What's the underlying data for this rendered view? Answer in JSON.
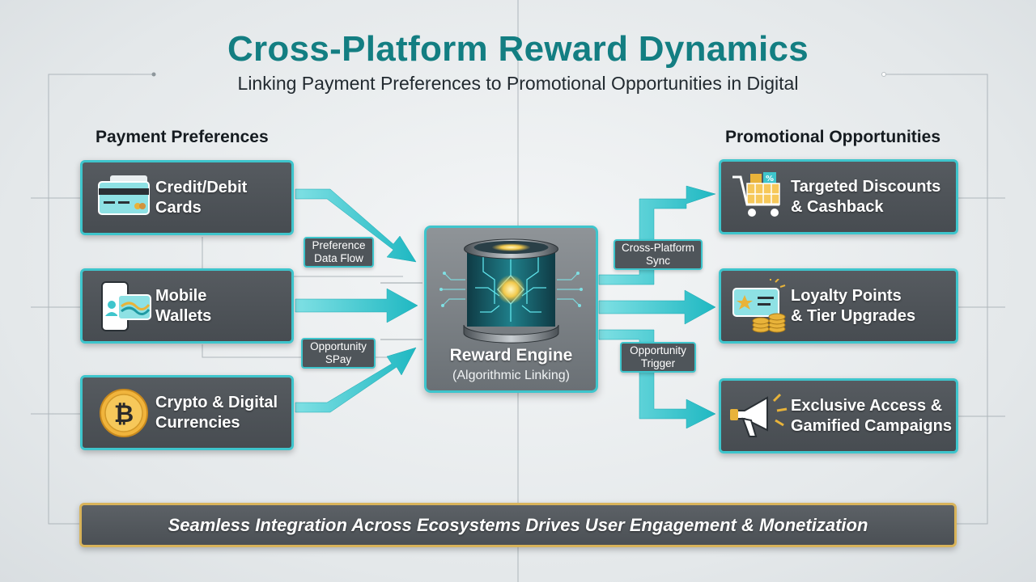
{
  "title": "Cross-Platform Reward Dynamics",
  "subtitle": "Linking Payment Preferences to Promotional Opportunities in Digital",
  "left_header": "Payment Preferences",
  "right_header": "Promotional Opportunities",
  "payments": [
    {
      "line1": "Credit/Debit",
      "line2": "Cards",
      "icon": "credit-card-icon"
    },
    {
      "line1": "Mobile",
      "line2": "Wallets",
      "icon": "mobile-wallet-icon"
    },
    {
      "line1": "Crypto & Digital",
      "line2": "Currencies",
      "icon": "bitcoin-icon"
    }
  ],
  "promotions": [
    {
      "line1": "Targeted Discounts",
      "line2": "& Cashback",
      "icon": "shopping-cart-icon"
    },
    {
      "line1": "Loyalty Points",
      "line2": "& Tier Upgrades",
      "icon": "loyalty-card-icon"
    },
    {
      "line1": "Exclusive Access &",
      "line2": "Gamified Campaigns",
      "icon": "megaphone-icon"
    }
  ],
  "flow_labels": {
    "preference": {
      "line1": "Preference",
      "line2": "Data Flow"
    },
    "opportunity_spay": {
      "line1": "Opportunity",
      "line2": "SPay"
    },
    "cross_platform": {
      "line1": "Cross-Platform",
      "line2": "Sync"
    },
    "opportunity_trigger": {
      "line1": "Opportunity",
      "line2": "Trigger"
    }
  },
  "engine": {
    "title": "Reward Engine",
    "subtitle": "(Algorithmic Linking)",
    "icon": "processor-cylinder-icon"
  },
  "banner": "Seamless Integration Across Ecosystems Drives User Engagement & Monetization",
  "colors": {
    "accent": "#3ec5cc",
    "title": "#137e82",
    "card": "#4f555a",
    "banner_border": "#d8b35a",
    "gold": "#e8b33a"
  }
}
